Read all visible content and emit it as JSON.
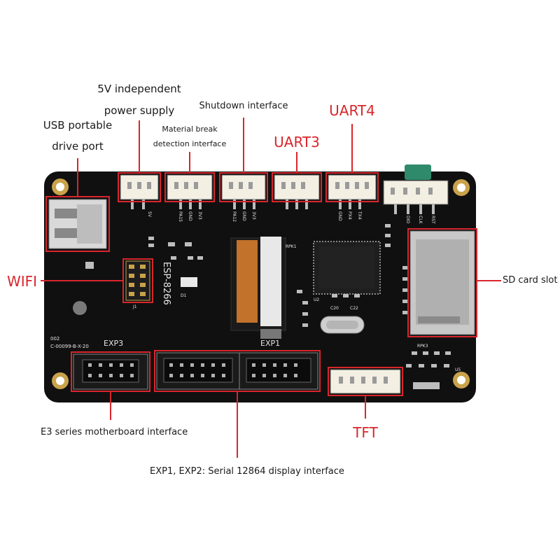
{
  "labels": {
    "usb_line1": "USB portable",
    "usb_line2": "drive port",
    "power_line1": "5V independent",
    "power_line2": "power supply",
    "material_line1": "Material break",
    "material_line2": "detection interface",
    "shutdown": "Shutdown interface",
    "uart3": "UART3",
    "uart4": "UART4",
    "wifi": "WIFI",
    "sd_card": "SD card slot",
    "tft": "TFT",
    "e3": "E3 series motherboard interface",
    "exp": "EXP1, EXP2: Serial 12864 display interface"
  },
  "silkscreen": {
    "esp_chip": "ESP-8266",
    "exp3": "EXP3",
    "exp1": "EXP1",
    "board_id_1": "002",
    "board_id_2": "C-00099-B-X-20",
    "pin_5v": "5V",
    "pin_gnd": "GND",
    "pin_3v3": "3V3",
    "pin_pa15": "PA15",
    "pin_pa12": "PA12",
    "pin_px4": "PX4",
    "pin_tx4": "TX4",
    "pin_dio": "DIO",
    "pin_clk": "CLK",
    "pin_rst": "RST",
    "ref_u2": "U2",
    "ref_u5": "U5",
    "ref_j1": "J1",
    "ref_rpk1": "RPK1",
    "ref_rpk3": "RPK3",
    "ref_c20": "C20",
    "ref_c22": "C22",
    "ref_d1": "D1"
  },
  "colors": {
    "callout_red": "#d8262c",
    "pcb_black": "#0f0f0f",
    "gold_pad": "#c9a24a"
  }
}
